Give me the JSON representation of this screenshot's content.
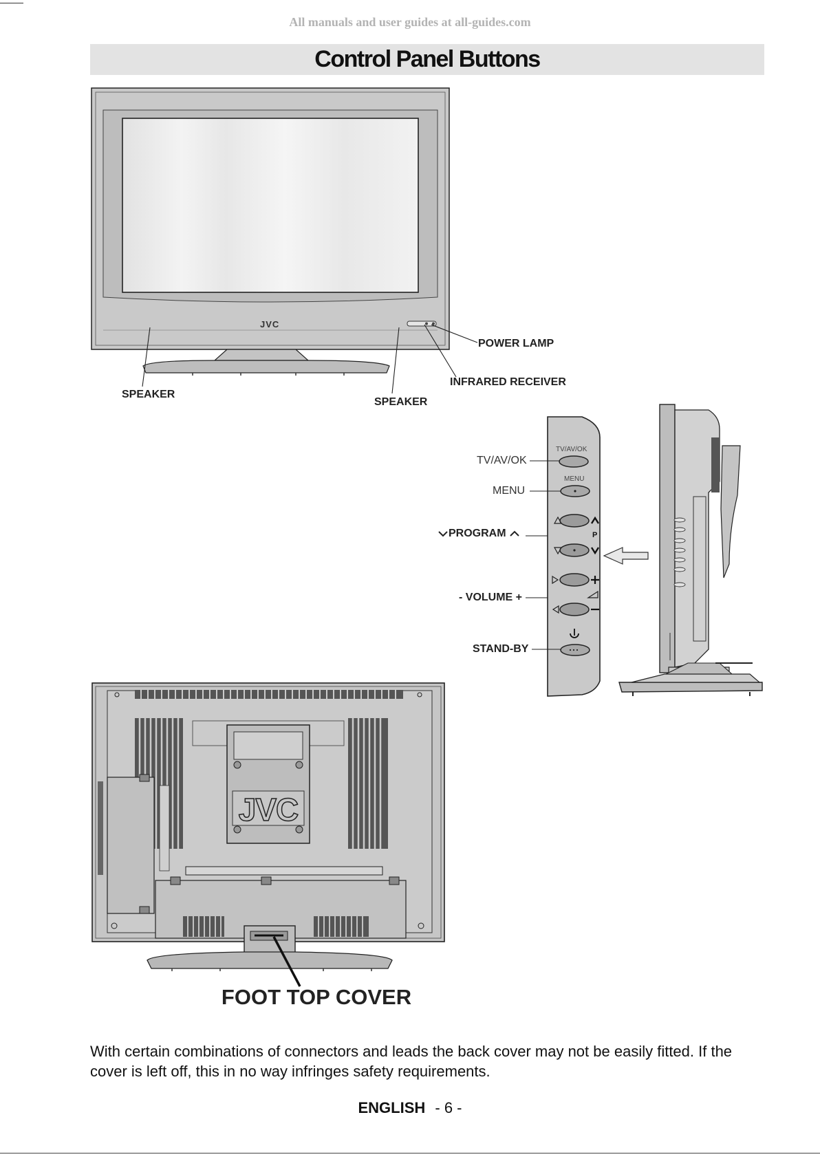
{
  "watermark": "All manuals and user guides at all-guides.com",
  "title": "Control Panel Buttons",
  "front_labels": {
    "power_lamp": "POWER LAMP",
    "infrared_receiver": "INFRARED RECEIVER",
    "speaker_left": "SPEAKER",
    "speaker_right": "SPEAKER",
    "brand_logo": "JVC"
  },
  "side_panel": {
    "labels": {
      "tv_av_ok": "TV/AV/OK",
      "menu": "MENU",
      "program": "PROGRAM",
      "volume": "- VOLUME +",
      "standby": "STAND-BY"
    },
    "engraved": {
      "tv_av_ok": "TV/AV/OK",
      "menu": "MENU",
      "p": "P"
    }
  },
  "rear_labels": {
    "foot_top_cover": "FOOT TOP COVER",
    "brand_logo": "JVC"
  },
  "note": "With certain combinations of connectors and leads the back cover may not be easily fitted. If the cover is left off, this in no way infringes safety requirements.",
  "footer": {
    "language": "ENGLISH",
    "page": "- 6 -"
  },
  "colors": {
    "title_bar": "#e3e3e3",
    "tv_body": "#c8c8c8",
    "line": "#222222"
  }
}
